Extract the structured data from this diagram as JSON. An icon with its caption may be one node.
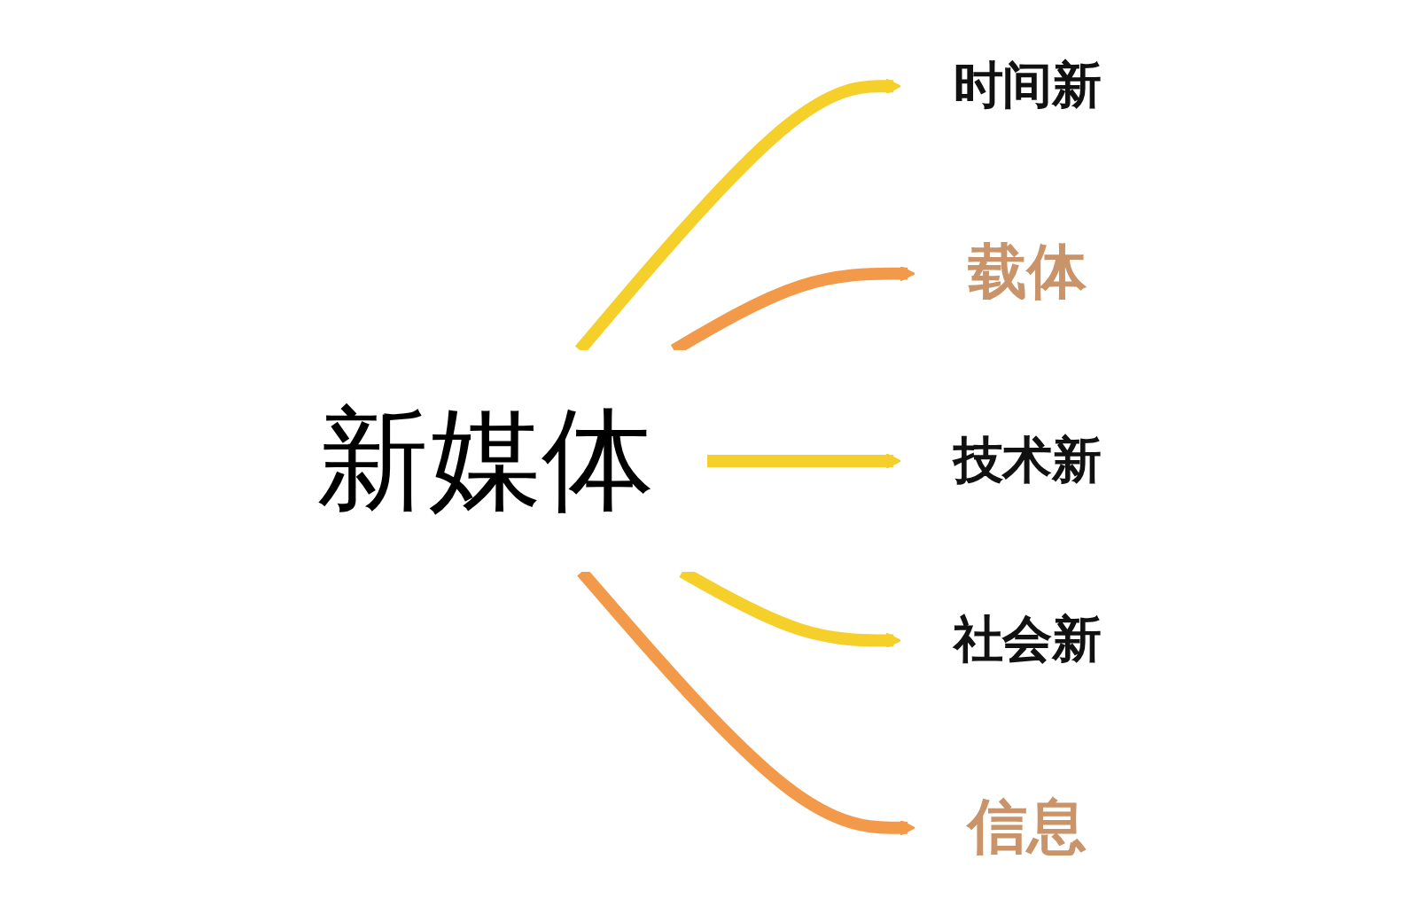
{
  "diagram": {
    "nodes": [
      {
        "text": [
          "新媒体"
        ]
      },
      {
        "text": [
          "时间新"
        ]
      },
      {
        "text": [
          "载体"
        ]
      },
      {
        "text": [
          "技术新"
        ]
      },
      {
        "text": [
          "社会新"
        ]
      },
      {
        "text": [
          "信息"
        ]
      }
    ],
    "edges": [
      {
        "from": 0,
        "to": 1,
        "arrow": "to"
      },
      {
        "from": 0,
        "to": 2,
        "arrow": "to",
        "color": "#f39a4a"
      },
      {
        "from": 0,
        "to": 3,
        "arrow": "to"
      },
      {
        "from": 0,
        "to": 4,
        "arrow": "to"
      },
      {
        "from": 0,
        "to": 5,
        "arrow": "to",
        "color": "#f39a4a"
      }
    ]
  }
}
